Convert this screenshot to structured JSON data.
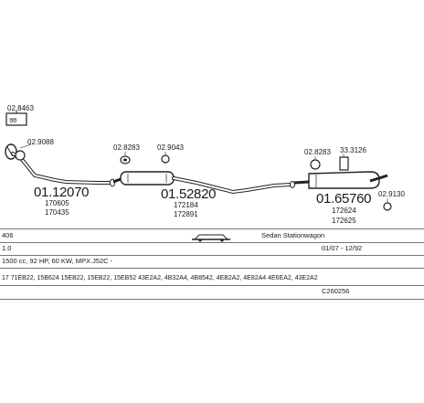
{
  "parts": {
    "p1": {
      "code": "01.12070",
      "refs": [
        "170605",
        "170435"
      ]
    },
    "p2": {
      "code": "01.52820",
      "refs": [
        "172184",
        "172891"
      ]
    },
    "p3": {
      "code": "01.65760",
      "refs": [
        "172624",
        "172625"
      ]
    }
  },
  "small_parts": {
    "a": "02.8463",
    "b": "02.9088",
    "c": "02.8283",
    "d": "02.9043",
    "e": "02.8283",
    "f": "33.3126",
    "g": "02.9130"
  },
  "vehicle": {
    "model": "406",
    "body": "Sedan Stationwagon",
    "engine_size": "1.0",
    "period": "01/07 - 12/92",
    "engine": "1500 cc, 92 HP, 60 KW, MPX.J52C -",
    "codes": "17 71EB22, 15B624 15EB22, 15EB22, 15EB52 43E2A2, 4B32A4, 4B8542, 4EB2A2, 4E82A4 4E6EA2, 43E2A2",
    "reference": "C260256"
  },
  "colors": {
    "line": "#222222",
    "rule": "#777777"
  }
}
